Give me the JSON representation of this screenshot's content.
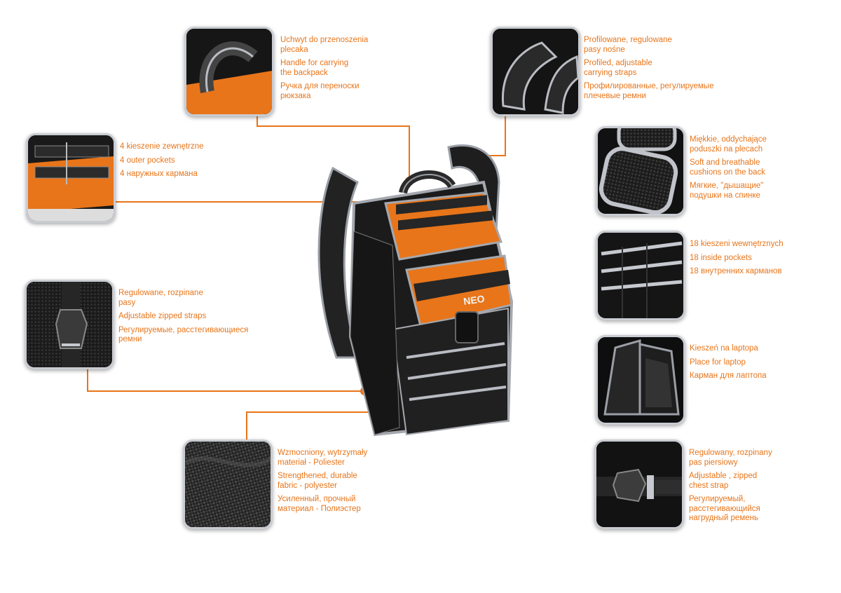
{
  "brand": {
    "logo_text": "NEO",
    "accent": "#e8751a",
    "body_dark": "#1a1a1a",
    "trim_grey": "#b9bcc2"
  },
  "features": [
    {
      "id": "handle",
      "icon": "handle-icon",
      "lines": [
        "Uchwyt do przenoszenia\nplecaka",
        "Handle for carrying\nthe backpack",
        "Ручка для переноски\nрюкзака"
      ]
    },
    {
      "id": "straps",
      "icon": "shoulder-straps-icon",
      "lines": [
        "Profilowane, regulowane\npasy nośne",
        "Profiled, adjustable\ncarrying straps",
        "Профилированные, регулируемые\nплечевые ремни"
      ]
    },
    {
      "id": "outer-pockets",
      "icon": "outer-pockets-icon",
      "lines": [
        "4 kieszenie zewnętrzne",
        "4 outer pockets",
        "4 наружных кармана"
      ]
    },
    {
      "id": "cushions",
      "icon": "back-cushion-icon",
      "lines": [
        "Miękkie, oddychające\npoduszki na plecach",
        "Soft and breathable\ncushions on the back",
        "Мягкие, \"дышащие\"\nподушки на спинке"
      ]
    },
    {
      "id": "inside-pockets",
      "icon": "inside-pockets-icon",
      "lines": [
        "18 kieszeni wewnętrznych",
        "18 inside pockets",
        "18 внутренних карманов"
      ]
    },
    {
      "id": "zipped-straps",
      "icon": "buckle-icon",
      "lines": [
        "Regulowane, rozpinane\npasy",
        "Adjustable zipped straps",
        "Регулируемые, расстегивающиеся\nремни"
      ]
    },
    {
      "id": "laptop",
      "icon": "laptop-pocket-icon",
      "lines": [
        "Kieszeń na laptopa",
        "Place for laptop",
        "Карман для лаптопа"
      ]
    },
    {
      "id": "fabric",
      "icon": "fabric-texture-icon",
      "lines": [
        "Wzmocniony, wytrzymały\nmateriał - Poliester",
        "Strengthened, durable\nfabric - polyester",
        "Усиленный, прочный\nматериал - Полиэстер"
      ]
    },
    {
      "id": "chest-strap",
      "icon": "chest-buckle-icon",
      "lines": [
        "Regulowany, rozpinany\npas piersiowy",
        "Adjustable , zipped\nchest strap",
        "Регулируемый,\nрасстегивающийся\nнагрудный ремень"
      ]
    }
  ]
}
